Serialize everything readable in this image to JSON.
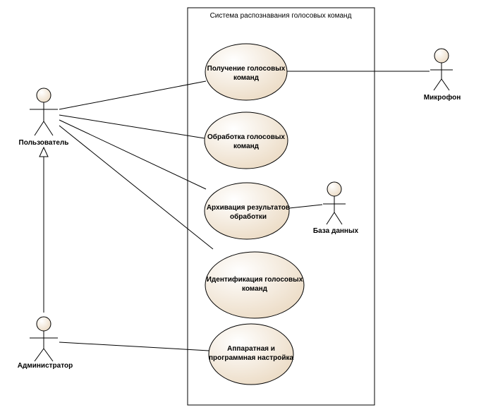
{
  "system": {
    "title": "Система распознавания голосовых команд"
  },
  "use_cases": [
    {
      "id": "uc1",
      "line1": "Получение голосовых",
      "line2": "команд"
    },
    {
      "id": "uc2",
      "line1": "Обработка голосовых",
      "line2": "команд"
    },
    {
      "id": "uc3",
      "line1": "Архивация результатов",
      "line2": "обработки"
    },
    {
      "id": "uc4",
      "line1": "Идентификация голосовых",
      "line2": "команд"
    },
    {
      "id": "uc5",
      "line1": "Аппаратная и",
      "line2": "программная настройка"
    }
  ],
  "actors": [
    {
      "id": "user",
      "label": "Пользователь"
    },
    {
      "id": "admin",
      "label": "Администратор"
    },
    {
      "id": "mic",
      "label": "Микрофон"
    },
    {
      "id": "db",
      "label": "База данных"
    }
  ],
  "colors": {
    "usecase_fill": "#f2e6d6",
    "actor_head": "#f2e6d6",
    "stroke": "#000000"
  }
}
